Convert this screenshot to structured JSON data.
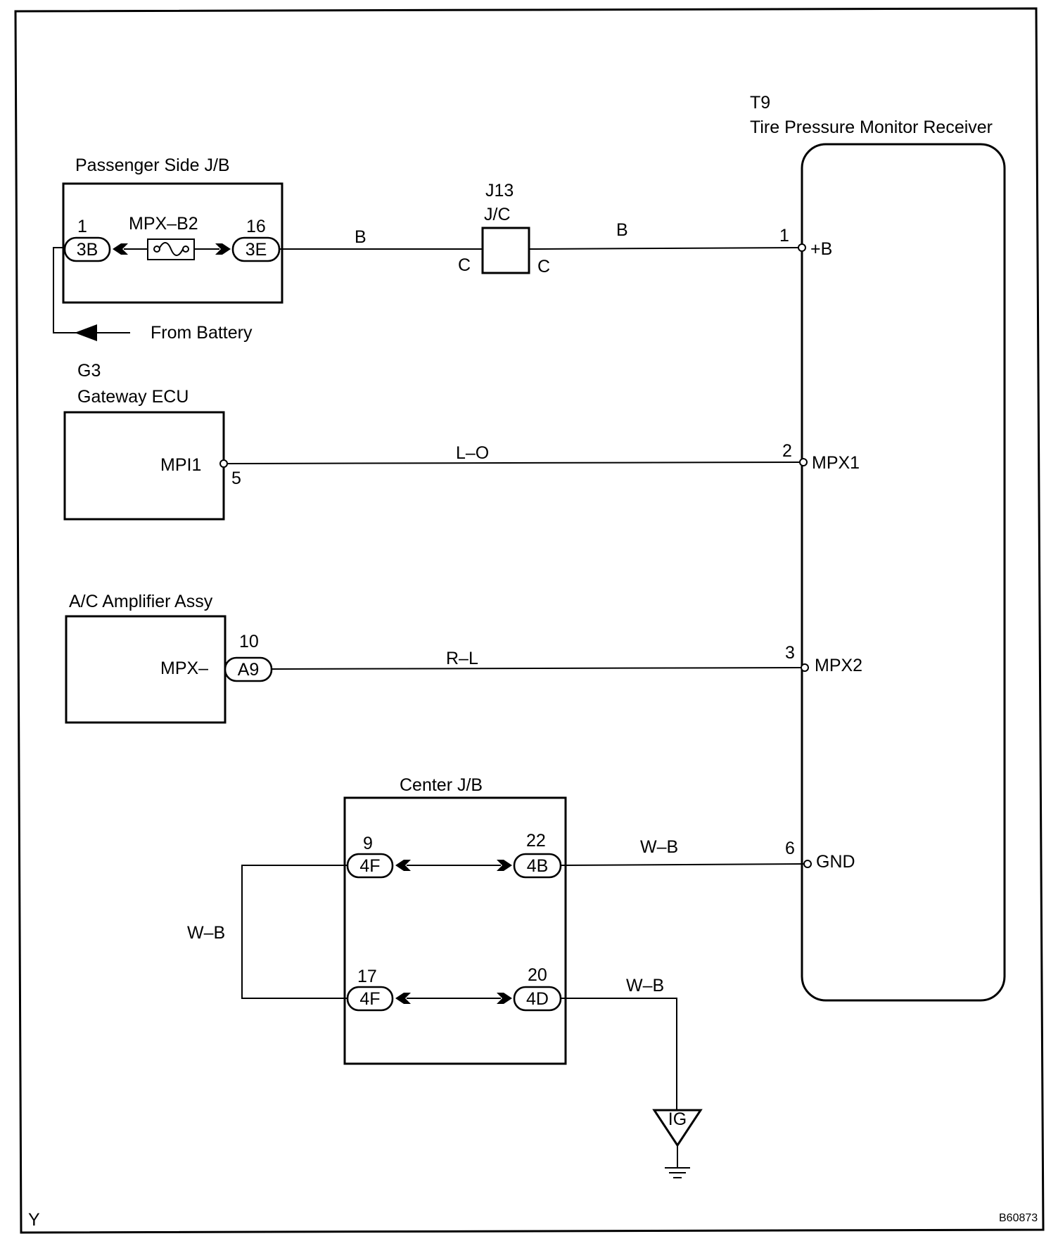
{
  "diagram": {
    "receiver": {
      "code": "T9",
      "name": "Tire Pressure Monitor Receiver"
    },
    "passenger_jb": {
      "title": "Passenger Side J/B",
      "fuse": "MPX–B2",
      "left_pin": "1",
      "left_conn": "3B",
      "right_pin": "16",
      "right_conn": "3E",
      "from_battery": "From Battery"
    },
    "junction": {
      "code": "J13",
      "type": "J/C",
      "left_term": "C",
      "right_term": "C"
    },
    "gateway": {
      "code": "G3",
      "name": "Gateway ECU",
      "terminal": "MPI1",
      "pin": "5"
    },
    "ac_amp": {
      "name": "A/C Amplifier Assy",
      "terminal": "MPX–",
      "pin": "10",
      "conn": "A9"
    },
    "center_jb": {
      "title": "Center J/B",
      "pin_9": "9",
      "conn_9": "4F",
      "pin_22": "22",
      "conn_22": "4B",
      "pin_17": "17",
      "conn_17": "4F",
      "pin_20": "20",
      "conn_20": "4D"
    },
    "receiver_pins": {
      "p1": "1",
      "t1": "+B",
      "p2": "2",
      "t2": "MPX1",
      "p3": "3",
      "t3": "MPX2",
      "p6": "6",
      "t6": "GND"
    },
    "wires": {
      "jb_to_jc": "B",
      "jc_to_recv": "B",
      "gateway": "L–O",
      "ac": "R–L",
      "gnd": "W–B",
      "loop": "W–B",
      "ground": "W–B"
    },
    "ground_label": "IG",
    "corner_label": "Y",
    "figure_code": "B60873"
  }
}
